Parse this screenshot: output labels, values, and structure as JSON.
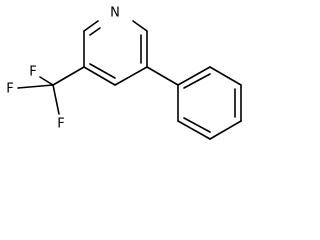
{
  "structure": {
    "atoms": {
      "nitrogen": "N",
      "fluorine_top": "F",
      "fluorine_left": "F",
      "fluorine_bottom": "F"
    },
    "colors": {
      "bond": "#000000",
      "label": "#000000",
      "background": "#ffffff"
    }
  }
}
